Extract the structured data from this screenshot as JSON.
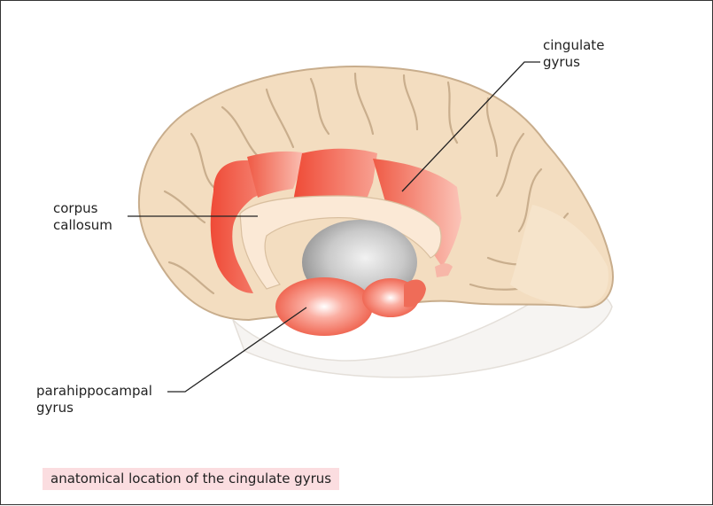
{
  "labels": {
    "cingulate": [
      "cingulate",
      "gyrus"
    ],
    "corpus": [
      "corpus",
      "callosum"
    ],
    "parahippocampal": [
      "parahippocampal",
      "gyrus"
    ]
  },
  "caption": "anatomical location of the cingulate gyrus",
  "colors": {
    "brain": "#f3ddc0",
    "brain_outline": "#c8ad8c",
    "highlight": "#f26a55",
    "corpus_callosum": "#fbe9d6",
    "thalamus": "#a8a8a8",
    "brainstem": "#f4f1ee",
    "caption_bg": "#fbdde0",
    "leader_line": "#222222"
  }
}
